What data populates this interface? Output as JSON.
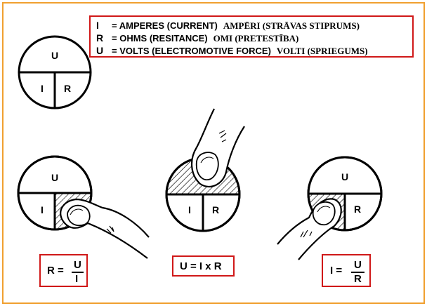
{
  "legend": {
    "rows": [
      {
        "symbol": "I",
        "english": "= AMPERES (CURRENT)",
        "latvian": "AMPĒRI (STRĀVAS STIPRUMS)"
      },
      {
        "symbol": "R",
        "english": "= OHMS (RESITANCE)",
        "latvian": "OMI (PRETESTĪBA)"
      },
      {
        "symbol": "U",
        "english": "= VOLTS (ELECTROMOTIVE FORCE)",
        "latvian": "VOLTI (SPRIEGUMS)"
      }
    ]
  },
  "circle_labels": {
    "top": "U",
    "left": "I",
    "right": "R"
  },
  "formulas": {
    "resistance": {
      "lhs": "R =",
      "num": "U",
      "den": "I"
    },
    "voltage": {
      "text": "U = I x R"
    },
    "current": {
      "lhs": "I =",
      "num": "U",
      "den": "R"
    }
  }
}
